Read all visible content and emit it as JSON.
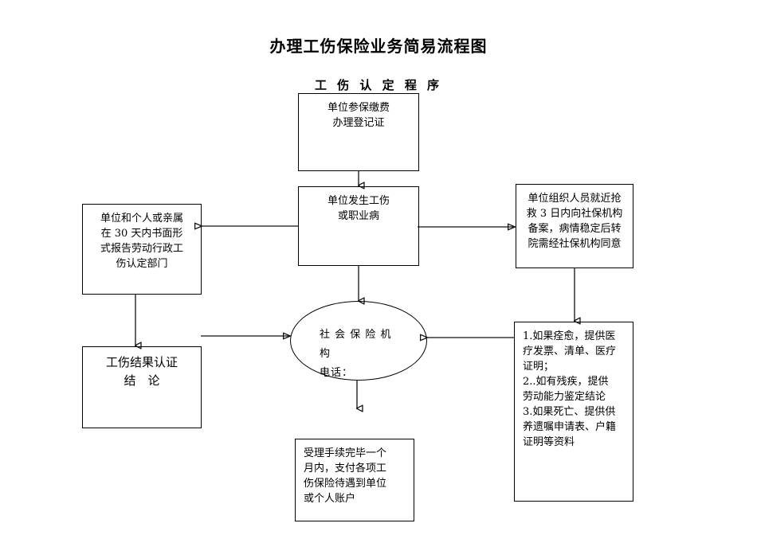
{
  "page": {
    "title": "办理工伤保险业务简易流程图",
    "subtitle": "工 伤 认 定 程 序",
    "background_color": "#ffffff",
    "line_color": "#111111",
    "text_color": "#000000"
  },
  "chart_data": {
    "type": "flowchart",
    "title": "办理工伤保险业务简易流程图",
    "subtitle": "工 伤 认 定 程 序",
    "nodes": [
      {
        "id": "n1",
        "shape": "rect",
        "text": "单位参保缴费\n办理登记证"
      },
      {
        "id": "n2",
        "shape": "rect",
        "text": "单位发生工伤\n或职业病"
      },
      {
        "id": "n3",
        "shape": "rect",
        "text": "单位和个人或亲属\n在 30 天内书面形\n式报告劳动行政工\n伤认定部门"
      },
      {
        "id": "n4",
        "shape": "rect",
        "text": "单位组织人员就近抢\n救 3 日内向社保机构\n备案，病情稳定后转\n院需经社保机构同意"
      },
      {
        "id": "n5",
        "shape": "rect",
        "text": "工伤结果认证\n结　论"
      },
      {
        "id": "n6",
        "shape": "ellipse",
        "text": "社 会 保 险 机\n构\n电话："
      },
      {
        "id": "n7",
        "shape": "rect",
        "text": "1.如果痊愈，提供医\n疗发票、清单、医疗\n证明；\n2..如有残疾，提供\n劳动能力鉴定结论\n3.如果死亡、提供供\n养遗嘱申请表、户籍\n证明等资料"
      },
      {
        "id": "n8",
        "shape": "rect",
        "text": "受理手续完毕一个\n月内，支付各项工\n伤保险待遇到单位\n或个人账户"
      }
    ],
    "edges": [
      {
        "from": "n1",
        "to": "n2",
        "direction": "down"
      },
      {
        "from": "n2",
        "to": "n3",
        "direction": "left"
      },
      {
        "from": "n2",
        "to": "n4",
        "direction": "right"
      },
      {
        "from": "n2",
        "to": "n6",
        "direction": "down"
      },
      {
        "from": "n3",
        "to": "n5",
        "direction": "down"
      },
      {
        "from": "n5",
        "to": "n6",
        "direction": "right"
      },
      {
        "from": "n4",
        "to": "n7",
        "direction": "down"
      },
      {
        "from": "n7",
        "to": "n6",
        "direction": "left"
      },
      {
        "from": "n6",
        "to": "n8",
        "direction": "down"
      }
    ]
  },
  "nodes": {
    "registration": {
      "text": "单位参保缴费\n办理登记证"
    },
    "injury_occurs": {
      "text": "单位发生工伤\n或职业病"
    },
    "report_department": {
      "text": "单位和个人或亲属\n在 30 天内书面形\n式报告劳动行政工\n伤认定部门"
    },
    "rescue_filing": {
      "text": "单位组织人员就近抢\n救 3 日内向社保机构\n备案，病情稳定后转\n院需经社保机构同意"
    },
    "result_conclusion": {
      "text": "工伤结果认证\n结　论"
    },
    "social_insurance_agency": {
      "text": "社 会 保 险 机\n构\n电话："
    },
    "materials_list": {
      "text": "1.如果痊愈，提供医\n疗发票、清单、医疗\n证明；\n2..如有残疾，提供\n劳动能力鉴定结论\n3.如果死亡、提供供\n养遗嘱申请表、户籍\n证明等资料"
    },
    "payout": {
      "text": "受理手续完毕一个\n月内，支付各项工\n伤保险待遇到单位\n或个人账户"
    }
  }
}
